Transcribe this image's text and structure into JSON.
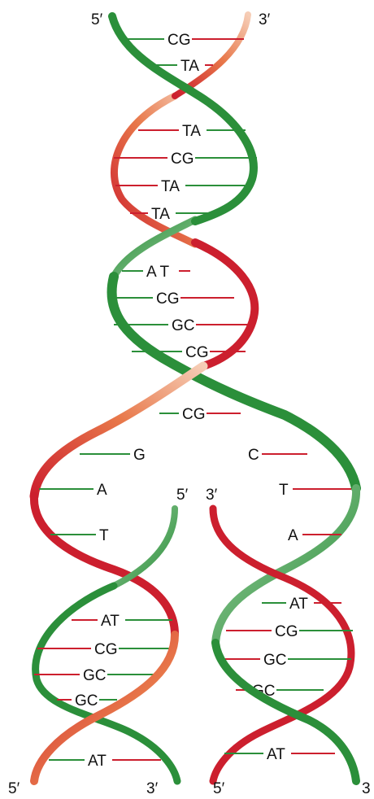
{
  "colors": {
    "green": "#2b8f3a",
    "green_light": "#cfe8cf",
    "red": "#cc1f2e",
    "red_light": "#f6cdb6",
    "orange": "#e8784a",
    "rung_green": "#2b8f3a",
    "rung_red": "#cc1f2e",
    "text": "#111111"
  },
  "parent_helix": {
    "end_labels": {
      "top_left": "5′",
      "top_right": "3′"
    },
    "pairs": [
      "CG",
      "TA",
      "TA",
      "CG",
      "TA",
      "TA",
      "A T",
      "CG",
      "GC",
      "CG",
      "CG"
    ]
  },
  "fork": {
    "left_bases": [
      "G",
      "A",
      "T"
    ],
    "right_bases": [
      "C",
      "T",
      "A"
    ],
    "left_daughter_top_label": "5′",
    "right_daughter_top_label": "3′"
  },
  "left_daughter": {
    "pairs": [
      "AT",
      "CG",
      "GC",
      "GC",
      "AT"
    ],
    "bottom_left_label": "5′",
    "bottom_right_label": "3′"
  },
  "right_daughter": {
    "pairs": [
      "AT",
      "CG",
      "GC",
      "GC",
      "AT"
    ],
    "bottom_left_label": "5′",
    "bottom_right_label": "3"
  }
}
